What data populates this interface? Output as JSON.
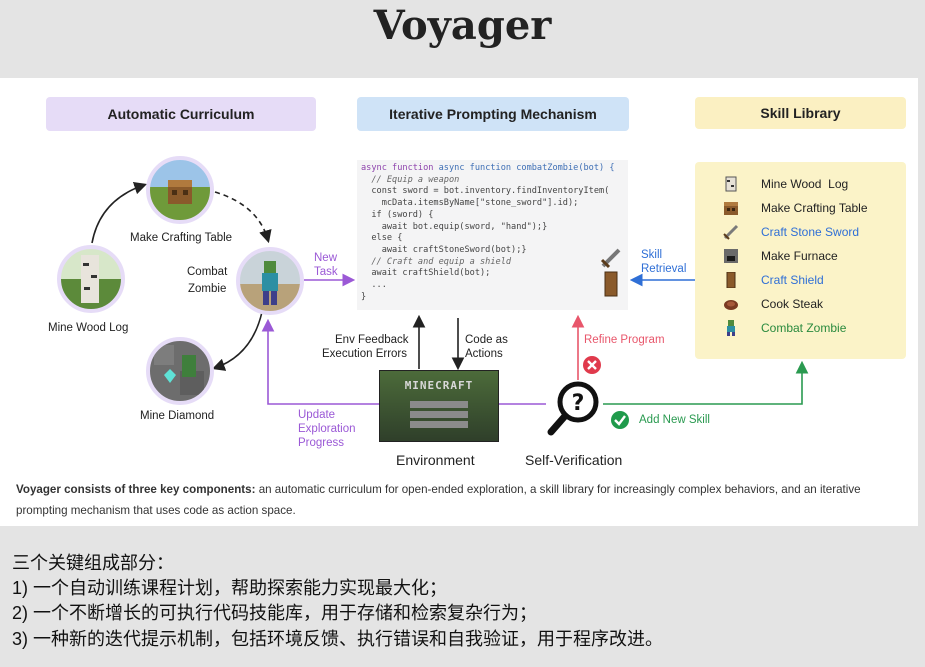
{
  "title": "Voyager",
  "headers": {
    "curriculum": "Automatic Curriculum",
    "prompting": "Iterative Prompting Mechanism",
    "library": "Skill Library"
  },
  "curriculum_nodes": {
    "crafting_table": "Make Crafting Table",
    "combat_zombie_line1": "Combat",
    "combat_zombie_line2": "Zombie",
    "wood_log": "Mine Wood Log",
    "diamond": "Mine Diamond"
  },
  "edge_labels": {
    "new_task_line1": "New",
    "new_task_line2": "Task",
    "skill_retrieval_line1": "Skill",
    "skill_retrieval_line2": "Retrieval",
    "env_feedback_line1": "Env Feedback",
    "env_feedback_line2": "Execution Errors",
    "code_actions_line1": "Code as",
    "code_actions_line2": "Actions",
    "refine_program": "Refine Program",
    "update_line1": "Update",
    "update_line2": "Exploration",
    "update_line3": "Progress",
    "add_new_skill": "Add New Skill"
  },
  "code_lines": [
    "async function combatZombie(bot) {",
    "  // Equip a weapon",
    "  const sword = bot.inventory.findInventoryItem(",
    "    mcData.itemsByName[\"stone_sword\"].id);",
    "  if (sword) {",
    "    await bot.equip(sword, \"hand\");}",
    "  else {",
    "    await craftStoneSword(bot);}",
    "  // Craft and equip a shield",
    "  await craftShield(bot);",
    "  ...",
    "}"
  ],
  "skills": [
    {
      "label": "Mine Wood  Log",
      "color": "#222222",
      "icon": "wood-log-icon"
    },
    {
      "label": "Make Crafting Table",
      "color": "#222222",
      "icon": "crafting-table-icon"
    },
    {
      "label": "Craft Stone Sword",
      "color": "#2f6fd6",
      "icon": "stone-sword-icon"
    },
    {
      "label": "Make Furnace",
      "color": "#222222",
      "icon": "furnace-icon"
    },
    {
      "label": "Craft Shield",
      "color": "#2f6fd6",
      "icon": "shield-icon"
    },
    {
      "label": "Cook Steak",
      "color": "#222222",
      "icon": "steak-icon"
    },
    {
      "label": "Combat Zombie",
      "color": "#2a8a3e",
      "icon": "zombie-icon"
    }
  ],
  "env": {
    "game_logo": "MINECRAFT",
    "environment_label": "Environment",
    "self_verification_label": "Self-Verification"
  },
  "caption": {
    "bold": "Voyager consists of three key components:",
    "rest": " an automatic curriculum for open-ended exploration, a skill library for increasingly complex behaviors, and an iterative prompting mechanism that uses code as action space."
  },
  "chinese_notes": [
    "三个关键组成部分：",
    "1) 一个自动训练课程计划，帮助探索能力实现最大化；",
    "2) 一个不断增长的可执行代码技能库，用于存储和检索复杂行为；",
    "3) 一种新的迭代提示机制，包括环境反馈、执行错误和自我验证，用于程序改进。"
  ],
  "colors": {
    "purple": "#9b59d6",
    "blue": "#2f6fd6",
    "red": "#e8566b",
    "green": "#2a9a50",
    "curriculum_header_bg": "#e6dcf7",
    "prompting_header_bg": "#cfe3f7",
    "library_header_bg": "#fbf0c2"
  }
}
